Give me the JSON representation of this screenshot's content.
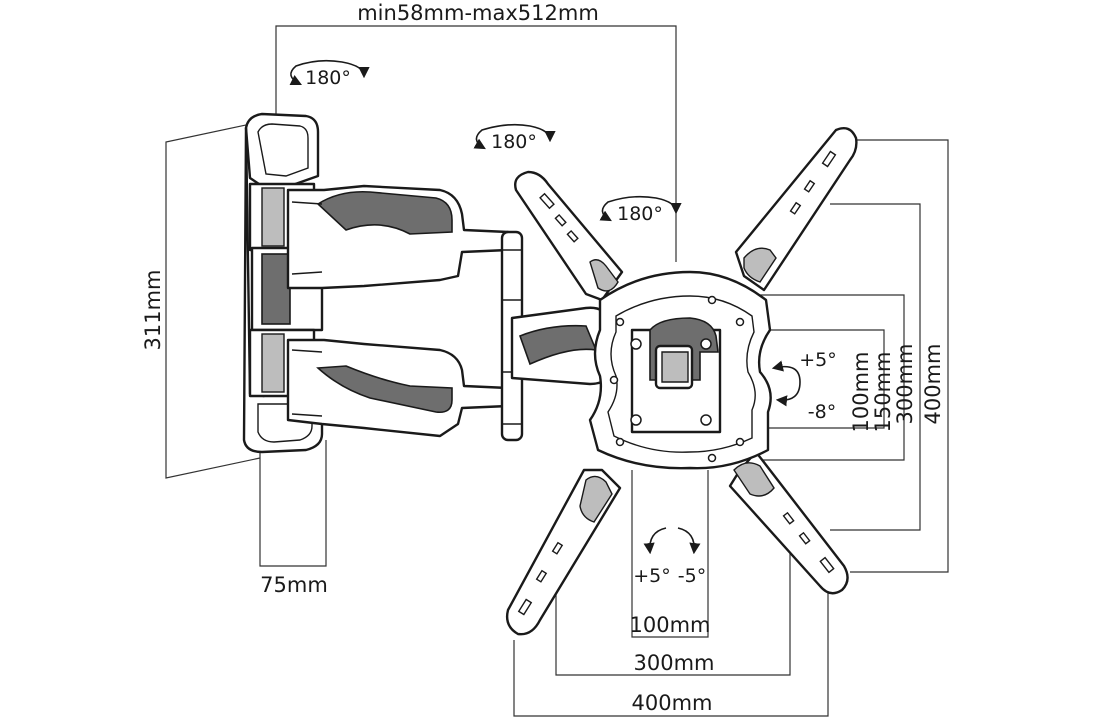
{
  "dimensions": {
    "arm_extension": "min58mm-max512mm",
    "wall_plate_height": "311mm",
    "wall_plate_depth": "75mm",
    "vesa_h_100": "100mm",
    "vesa_h_300": "300mm",
    "vesa_h_400": "400mm",
    "vesa_v_100": "100mm",
    "vesa_v_150": "150mm",
    "vesa_v_300": "300mm",
    "vesa_v_400": "400mm"
  },
  "rotation": {
    "swivel_wall": "180°",
    "swivel_middle": "180°",
    "swivel_head": "180°",
    "tilt_up": "+5°",
    "tilt_down": "-8°",
    "rotate_left": "+5°",
    "rotate_right": "-5°"
  }
}
